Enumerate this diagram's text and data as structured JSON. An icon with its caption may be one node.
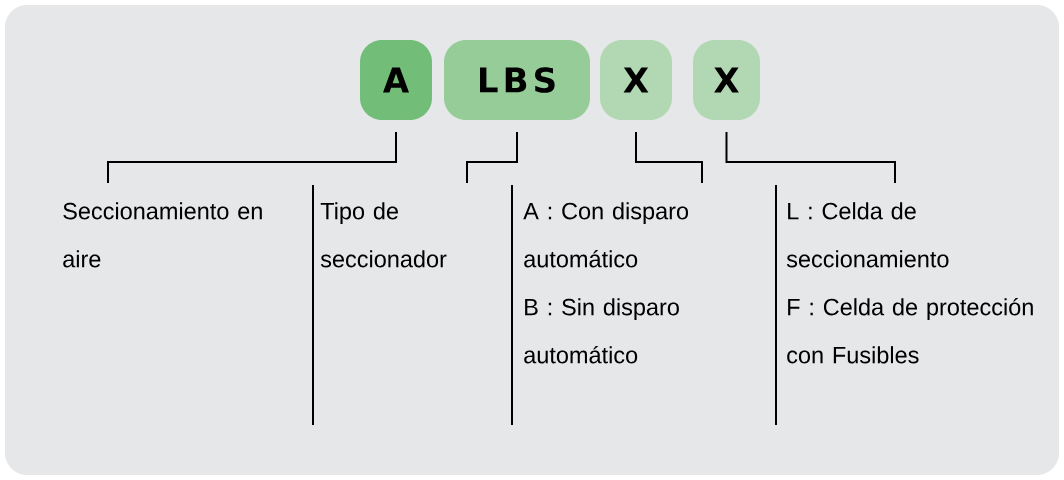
{
  "diagram": {
    "nodes": [
      {
        "text": [
          "A"
        ]
      },
      {
        "text": [
          "LBS"
        ]
      },
      {
        "text": [
          "X"
        ]
      },
      {
        "text": [
          "X"
        ]
      },
      {
        "text": [
          "Seccionamiento en aire"
        ]
      },
      {
        "text": [
          "Tipo de seccionador"
        ]
      },
      {
        "text": [
          "A : Con disparo automático",
          "B : Sin disparo automático"
        ]
      },
      {
        "text": [
          "L : Celda de seccionamiento",
          "F : Celda de protección con Fusibles"
        ]
      }
    ],
    "edges": [
      {
        "from": 0,
        "to": 4,
        "arrow": "none"
      },
      {
        "from": 1,
        "to": 5,
        "arrow": "none"
      },
      {
        "from": 2,
        "to": 6,
        "arrow": "none"
      },
      {
        "from": 3,
        "to": 7,
        "arrow": "none"
      }
    ]
  }
}
